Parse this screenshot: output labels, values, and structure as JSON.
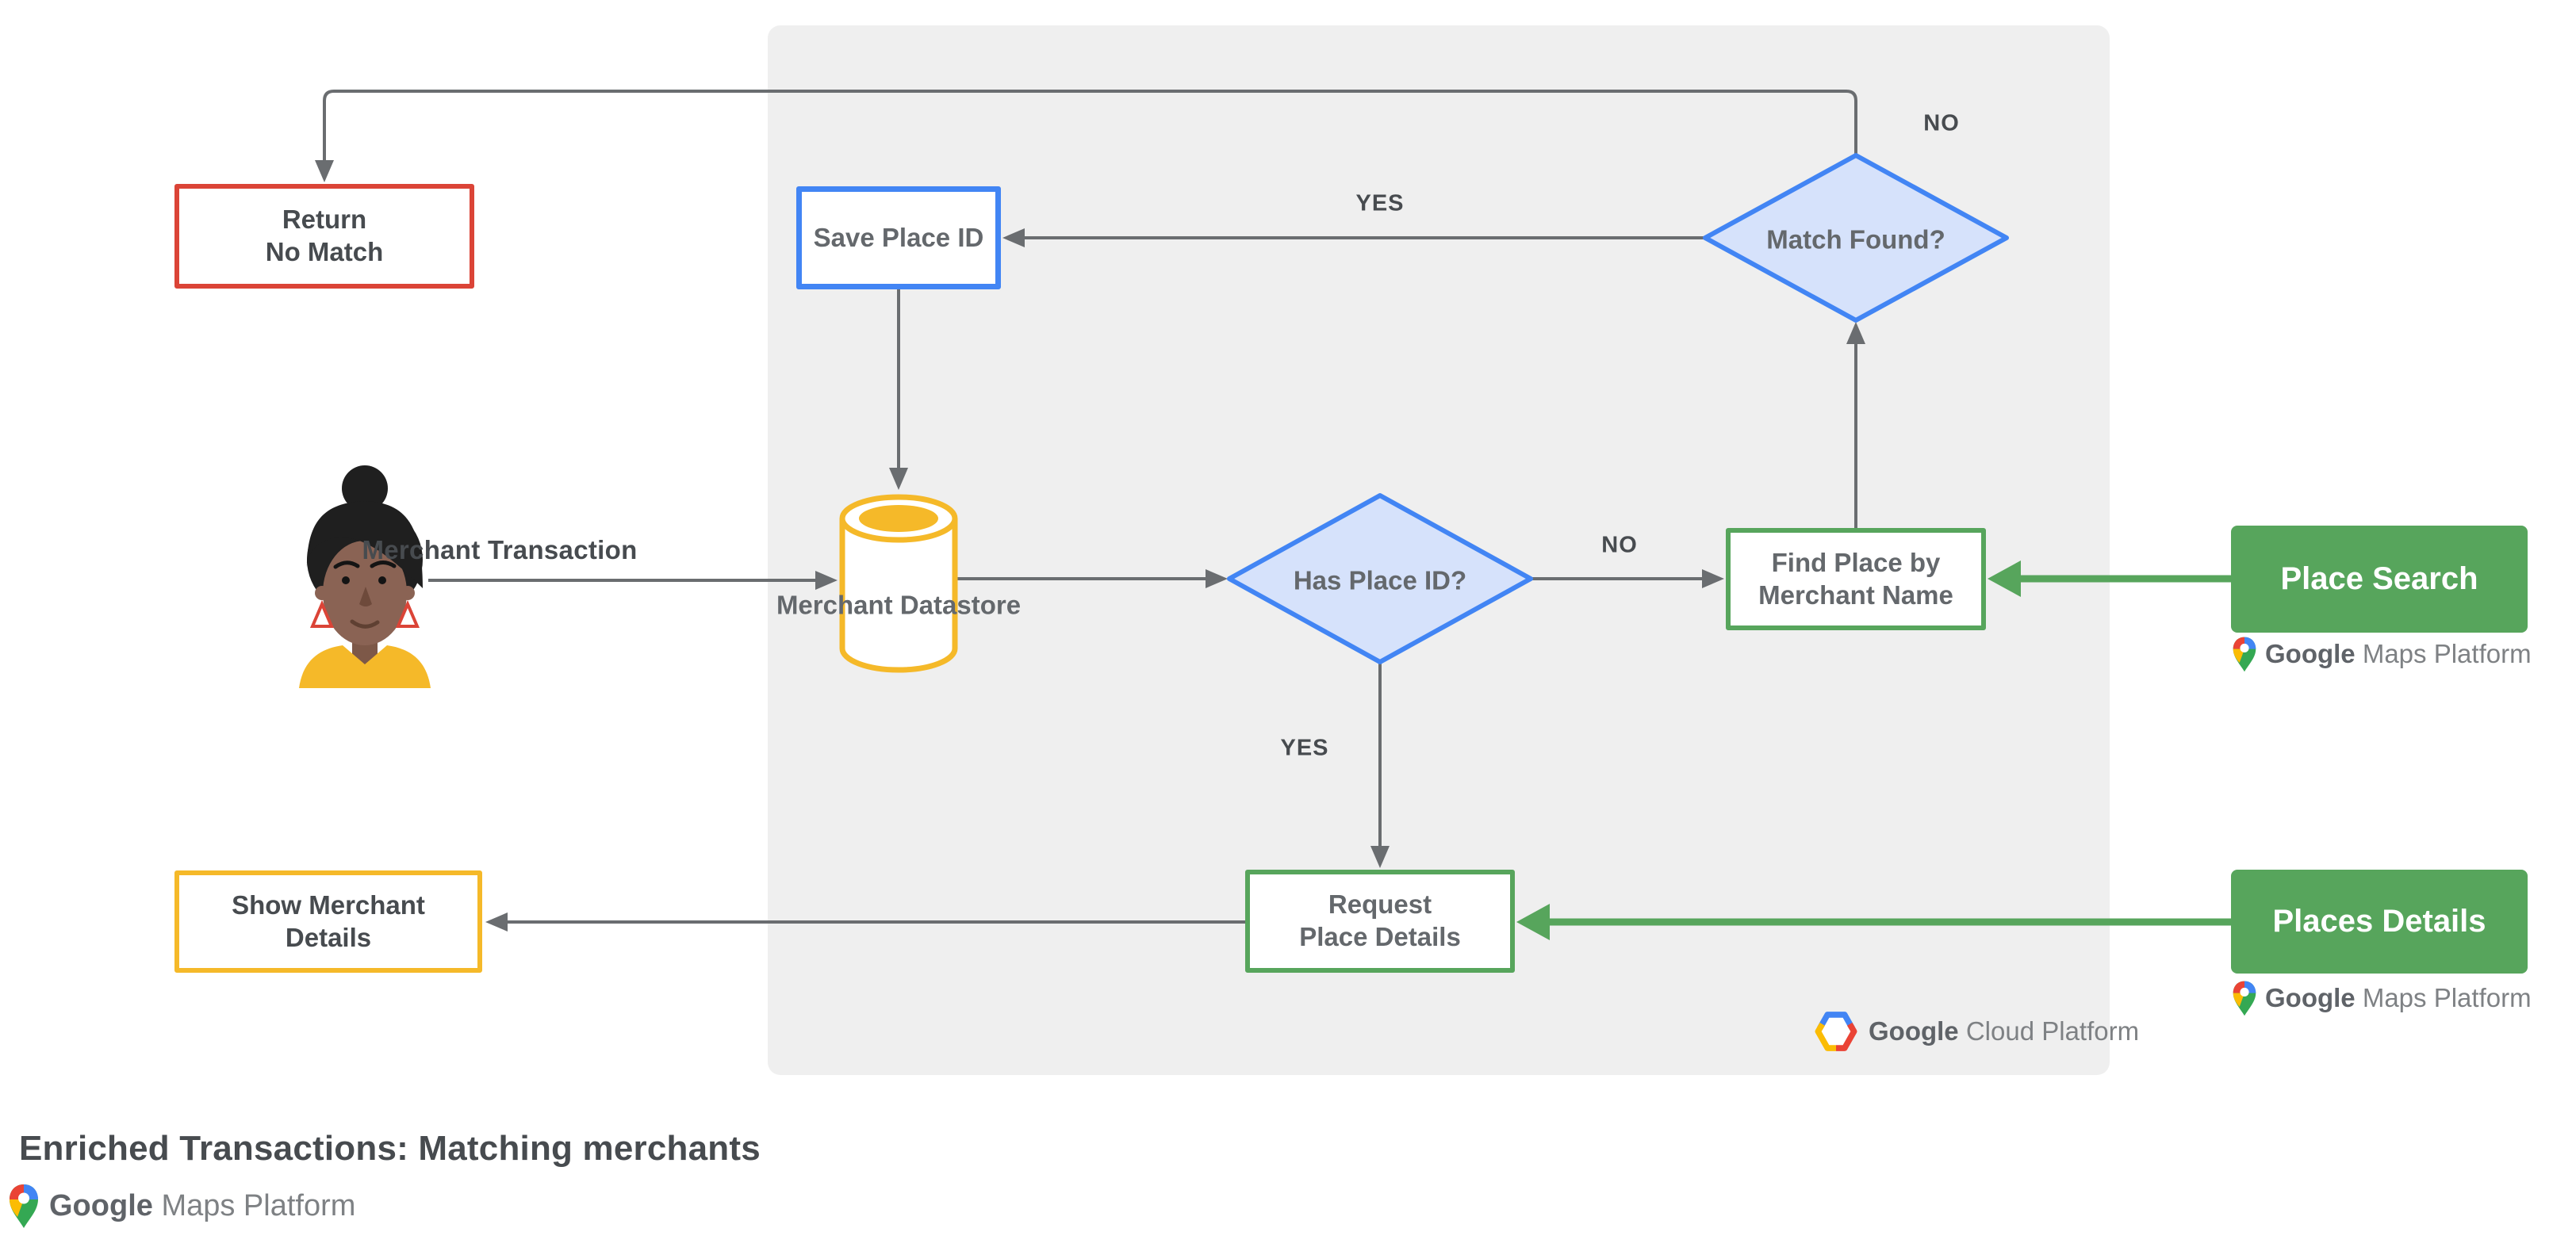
{
  "title": "Enriched Transactions: Matching merchants",
  "colors": {
    "blue": "#4285F4",
    "blue_fill": "#D6E2FB",
    "red": "#DB4437",
    "yellow": "#F5B929",
    "green": "#57A55C",
    "panel": "#EFEFEF",
    "arrow": "#6A6D70",
    "text_dark": "#474B4F",
    "text_gray": "#64686C",
    "logo_dark": "#5F6368",
    "logo_light": "#7E8184"
  },
  "nodes": {
    "return_no_match": {
      "line1": "Return",
      "line2": "No Match"
    },
    "save_place_id": {
      "label": "Save Place ID"
    },
    "merchant_datastore": {
      "line1": "Merchant",
      "line2": "Datastore"
    },
    "has_place_id": {
      "line1": "Has",
      "line2": "Place ID?"
    },
    "match_found": {
      "line1": "Match",
      "line2": "Found?"
    },
    "find_place": {
      "line1": "Find Place by",
      "line2": "Merchant Name"
    },
    "request_place_details": {
      "line1": "Request",
      "line2": "Place Details"
    },
    "show_merchant_details": {
      "line1": "Show Merchant",
      "line2": "Details"
    },
    "place_search": {
      "label": "Place Search"
    },
    "places_details": {
      "label": "Places Details"
    }
  },
  "edge_labels": {
    "merchant_transaction": "Merchant Transaction",
    "yes_top": "YES",
    "no_top": "NO",
    "no_mid": "NO",
    "yes_mid": "YES"
  },
  "logos": {
    "gmp": {
      "google": "Google",
      "rest": " Maps Platform"
    },
    "gcp": {
      "google": "Google",
      "rest": " Cloud Platform"
    }
  }
}
